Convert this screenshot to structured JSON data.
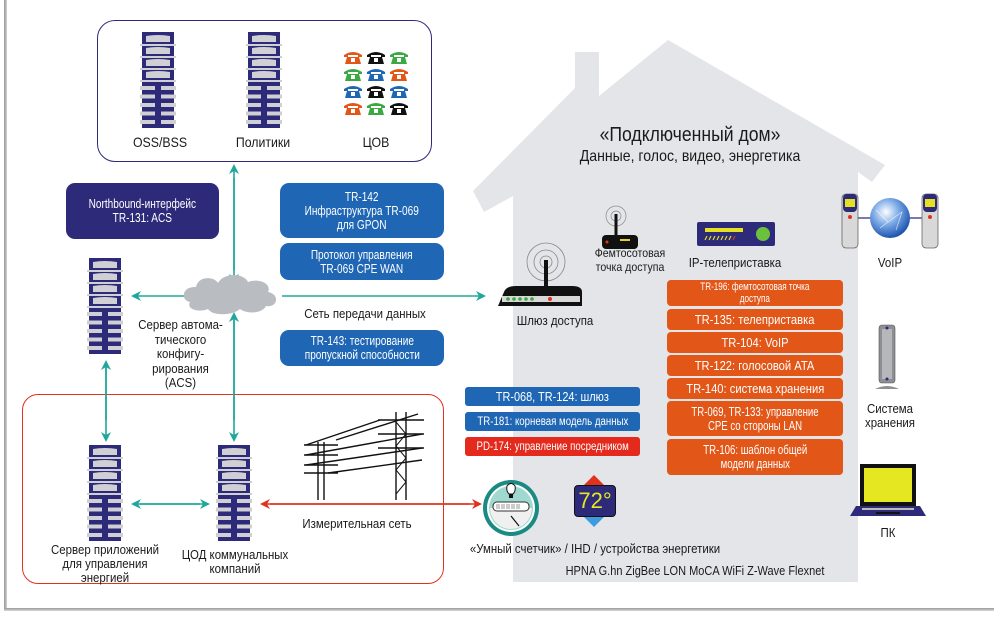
{
  "colors": {
    "navy": "#2e2a7a",
    "teal_arrow": "#1fa89a",
    "red_arrow": "#e0321e",
    "blue_box": "#1f66b5",
    "orange_box": "#e25618",
    "red_box": "#e32a1c",
    "house_fill": "#e3e5e8",
    "top_frame": "#2e2a7a",
    "utility_frame": "#e0321e"
  },
  "operator_frame": {
    "items": [
      {
        "label": "OSS/BSS",
        "icon": "server-rack-icon"
      },
      {
        "label": "Политики",
        "icon": "server-rack-icon"
      },
      {
        "label": "ЦОВ",
        "icon": "telephones-grid-icon"
      }
    ],
    "phone_colors": [
      [
        "#e25618",
        "#111111",
        "#3aa843"
      ],
      [
        "#3aa843",
        "#1f66b5",
        "#e25618"
      ],
      [
        "#1f66b5",
        "#111111",
        "#1f66b5"
      ],
      [
        "#e25618",
        "#3aa843",
        "#111111"
      ]
    ]
  },
  "northbound": {
    "line1": "Northbound-интерфейс",
    "line2": "TR-131: ACS"
  },
  "acs": {
    "lines": [
      "Сервер автома-",
      "тического",
      "конфигу-",
      "рирования",
      "(ACS)"
    ]
  },
  "blue_pills": [
    {
      "lines": [
        "TR-142",
        "Инфраструктура TR-069",
        "для GPON"
      ]
    },
    {
      "lines": [
        "Протокол управления",
        "TR-069 CPE WAN"
      ]
    },
    {
      "lines": [
        "TR-143: тестирование",
        "пропускной способности"
      ]
    }
  ],
  "network_label": "Сеть передачи данных",
  "house": {
    "title": "«Подключенный дом»",
    "subtitle": "Данные, голос, видео, энергетика",
    "devices": {
      "gateway": "Шлюз доступа",
      "femto": [
        "Фемтосотовая",
        "точка доступа"
      ],
      "stb": "IP-телеприставка",
      "voip": "VoIP",
      "storage": [
        "Система",
        "хранения"
      ],
      "pc": "ПК",
      "meter": "«Умный счетчик» / IHD / устройства энергетики",
      "thermostat_value": "72°"
    },
    "protocols": "HPNA G.hn ZigBee LON MoCA WiFi Z-Wave Flexnet",
    "orange_boxes": [
      {
        "lines": [
          "TR-196: фемтосотовая точка",
          "доступа"
        ],
        "small": true
      },
      {
        "lines": [
          "TR-135: телеприставка"
        ]
      },
      {
        "lines": [
          "TR-104: VoIP"
        ]
      },
      {
        "lines": [
          "TR-122: голосовой ATA"
        ]
      },
      {
        "lines": [
          "TR-140: система хранения"
        ]
      },
      {
        "lines": [
          "TR-069, TR-133: управление",
          "CPE со стороны LAN"
        ]
      },
      {
        "lines": [
          "TR-106: шаблон общей",
          "модели данных"
        ]
      }
    ],
    "gateway_boxes": [
      {
        "label": "TR-068, TR-124: шлюз",
        "color": "#1f66b5"
      },
      {
        "label": "TR-181: корневая модель данных",
        "color": "#1f66b5"
      },
      {
        "label": "PD-174: управление посредником",
        "color": "#e32a1c"
      }
    ]
  },
  "utility": {
    "energy_server": [
      "Сервер приложений",
      "для управления",
      "энергией"
    ],
    "utility_dc": [
      "ЦОД коммунальных",
      "компаний"
    ],
    "metering_network": "Измерительная сеть"
  }
}
